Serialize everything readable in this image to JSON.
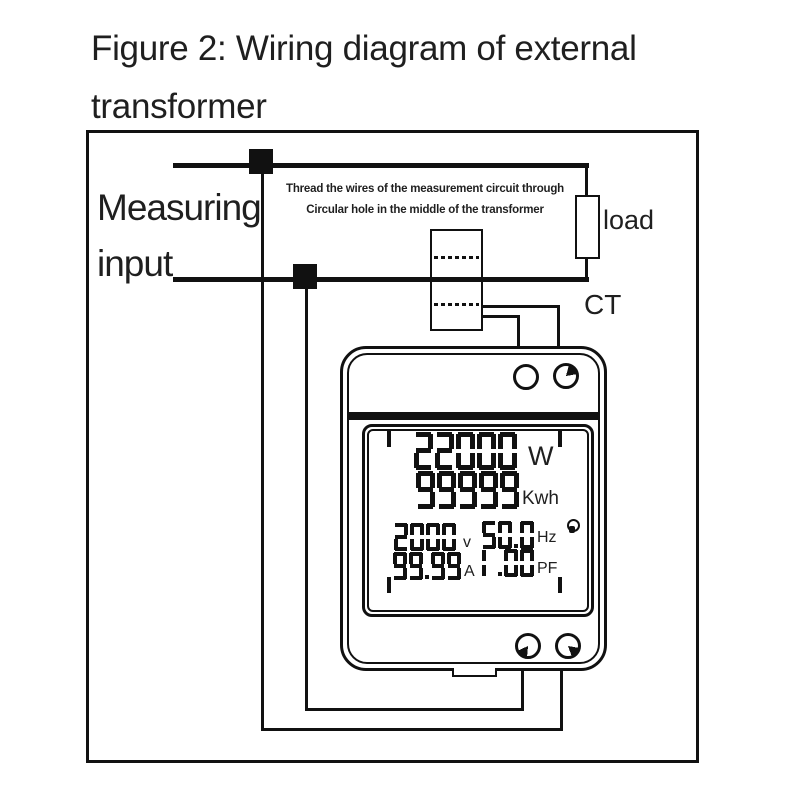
{
  "figure": {
    "title_line1": "Figure 2: Wiring diagram of external",
    "title_line2": "transformer"
  },
  "labels": {
    "measuring_line1": "Measuring",
    "measuring_line2": "input",
    "instruction_line1": "Thread the wires of the measurement circuit through",
    "instruction_line2": "Circular hole in the middle of the transformer",
    "load": "load",
    "ct": "CT"
  },
  "meter_display": {
    "power": {
      "value": "22000",
      "unit": "W"
    },
    "energy": {
      "value": "99999",
      "unit": "Kwh"
    },
    "voltage": {
      "value": "2000",
      "unit": "v"
    },
    "frequency": {
      "value": "50.0",
      "unit": "Hz"
    },
    "current": {
      "value": "99.99",
      "unit": "A"
    },
    "power_factor": {
      "value": "1.00",
      "unit": "PF"
    }
  },
  "colors": {
    "line": "#111111",
    "text": "#1f1f1f",
    "background": "#ffffff"
  }
}
